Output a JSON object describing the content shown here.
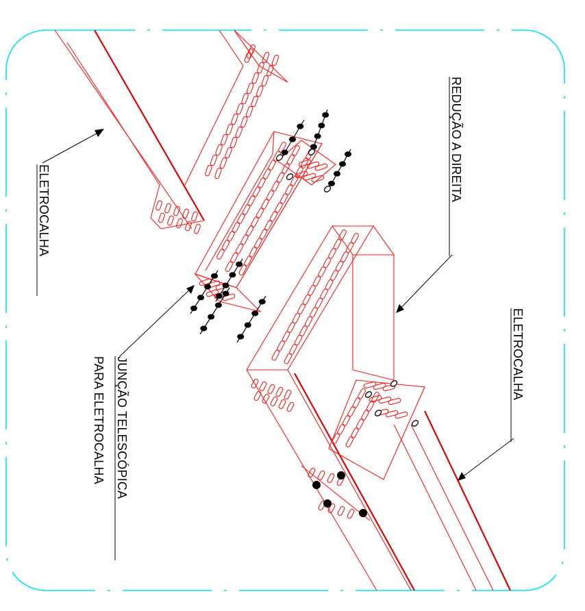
{
  "labels": {
    "eletrocalha_left": "ELETROCALHA",
    "eletrocalha_right": "ELETROCALHA",
    "reducao": "REDUÇÃO A DIREITA",
    "juncao_line1": "JUNÇÃO TELESCÓPICA",
    "juncao_line2": "PARA ELETROCALHA"
  },
  "colors": {
    "frame": "#00e5ee",
    "tray": "#ff1a1a",
    "hardware": "#000000"
  },
  "icons": [
    "bolt-icon",
    "nut-icon",
    "washer-icon",
    "arrow-icon"
  ]
}
